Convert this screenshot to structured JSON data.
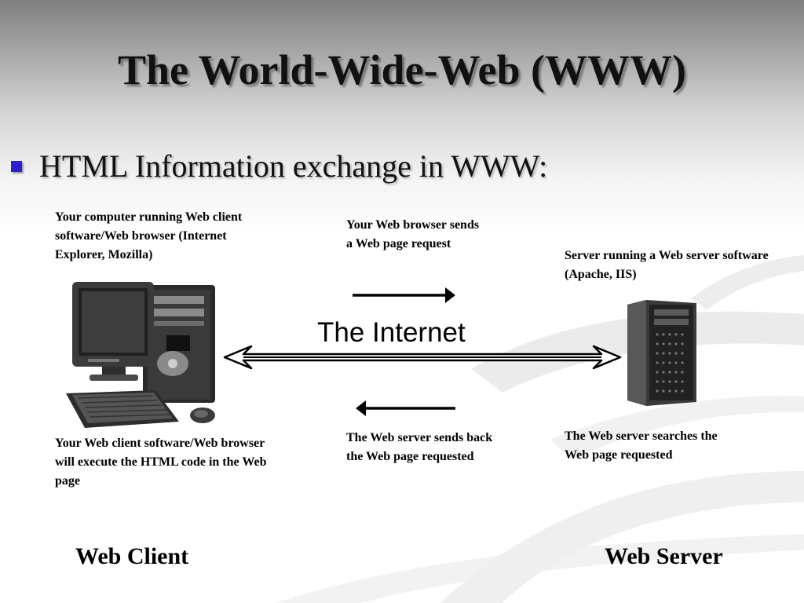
{
  "slide": {
    "title": "The World-Wide-Web (WWW)",
    "bullet": "HTML Information exchange in WWW:"
  },
  "client": {
    "description": "Your computer running Web client software/Web browser (Internet Explorer, Mozilla)",
    "execute_note": "Your Web client software/Web browser will execute the HTML code in the Web page",
    "caption": "Web Client"
  },
  "server": {
    "description": "Server running a Web server software (Apache, IIS)",
    "search_note": "The Web server searches the Web page requested",
    "caption": "Web Server"
  },
  "exchange": {
    "request_note": "Your Web browser sends a Web page request",
    "response_note": "The Web server sends back the Web page requested",
    "internet_label": "The Internet"
  },
  "colors": {
    "bullet": "#2a1ecf",
    "header_gradient_top": "#7f7f7f",
    "background": "#ffffff"
  },
  "icons": [
    "desktop-computer-icon",
    "server-tower-icon"
  ]
}
